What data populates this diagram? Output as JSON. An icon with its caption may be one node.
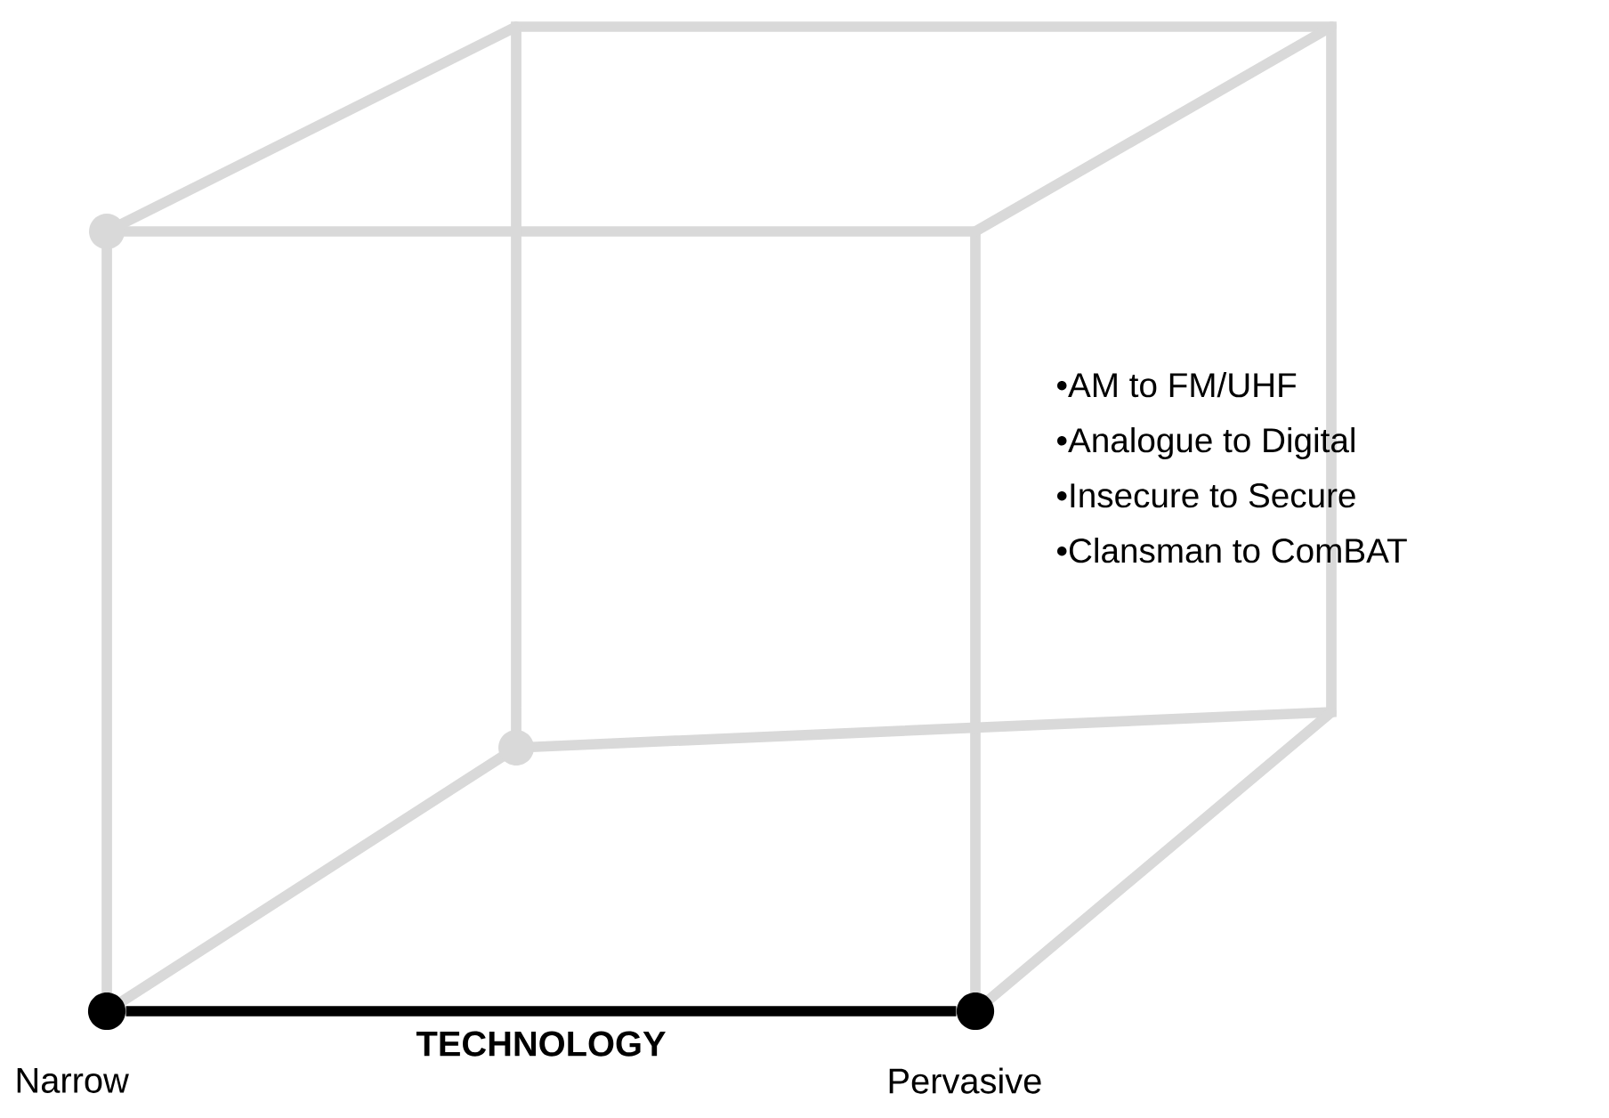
{
  "diagram": {
    "nodes": [
      {
        "text": [],
        "shape": "circle",
        "beside": [
          "Narrow"
        ]
      },
      {
        "text": [],
        "shape": "circle",
        "beside": [
          "Pervasive"
        ]
      }
    ],
    "edges": [
      {
        "from": 0,
        "to": 1,
        "arrow": "none",
        "label": "TECHNOLOGY"
      }
    ],
    "labels": [
      "•AM to FM/UHF",
      "•Analogue to Digital",
      "•Insecure to Secure",
      "•Clansman to ComBAT"
    ]
  }
}
